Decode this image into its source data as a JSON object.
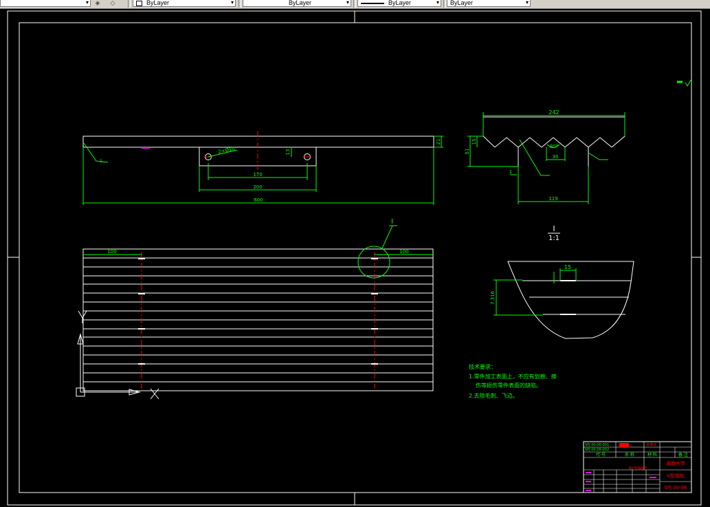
{
  "toolbar": {
    "color_control": "ByLayer",
    "linetype_control": "ByLayer",
    "lineweight_control": "ByLayer",
    "plotstyle_control": "ByLayer"
  },
  "front_view": {
    "dim_thickness": "21",
    "dim_holes": "2×Ø10",
    "dim_hole_offset": "13",
    "dim_hole_spacing": "170",
    "dim_slot_length": "200",
    "dim_total_length": "600"
  },
  "top_view": {
    "dim_left_offset": "100",
    "dim_right_offset": "100",
    "detail_marker": "I"
  },
  "section_view": {
    "dim_width": "242",
    "dim_height": "51",
    "dim_tooth_depth": "15",
    "dim_angle": "90°",
    "dim_pitch": "30",
    "dim_base": "119",
    "dim_small": "1"
  },
  "detail_view": {
    "label": "I",
    "scale": "1:1",
    "dim_width": "15",
    "dim_depth": "7.316"
  },
  "tech_notes": {
    "title": "技术要求：",
    "item1_line1": "1.零件加工表面上，不应有划痕、擦",
    "item1_line2": "伤等损伤零件表面的缺陷。",
    "item2": "2.去除毛刺、飞边。"
  },
  "title_block": {
    "material": "Kr39H2",
    "part_name": "V型钢轨",
    "company": "湖南大学",
    "drawing_no": "SPJ 00-06",
    "ref1": "SPJ 00-06-001",
    "ref2": "SPJ 00-06-002",
    "col_code": "代 号",
    "col_name": "名 称",
    "col_material": "材 料",
    "col_remarks": "备 注",
    "stamp": "标准化"
  },
  "colors": {
    "background": "#000000",
    "geometry": "#ffffff",
    "dimension": "#00ff00",
    "centerline": "#ff0000",
    "accent": "#ff00ff"
  }
}
